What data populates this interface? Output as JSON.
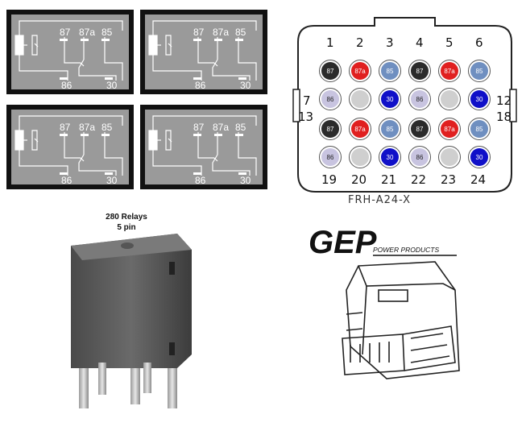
{
  "relay_diagrams": [
    {
      "pins": {
        "p87": "87",
        "p87a": "87a",
        "p85": "85",
        "p86": "86",
        "p30": "30"
      }
    },
    {
      "pins": {
        "p87": "87",
        "p87a": "87a",
        "p85": "85",
        "p86": "86",
        "p30": "30"
      }
    },
    {
      "pins": {
        "p87": "87",
        "p87a": "87a",
        "p85": "85",
        "p86": "86",
        "p30": "30"
      }
    },
    {
      "pins": {
        "p87": "87",
        "p87a": "87a",
        "p85": "85",
        "p86": "86",
        "p30": "30"
      }
    }
  ],
  "connector": {
    "part_number": "FRH-A24-X",
    "top_numbers": [
      "1",
      "2",
      "3",
      "4",
      "5",
      "6"
    ],
    "bottom_numbers": [
      "19",
      "20",
      "21",
      "22",
      "23",
      "24"
    ],
    "side_numbers": {
      "left_top": "7",
      "left_bottom": "13",
      "right_top": "12",
      "right_bottom": "18"
    },
    "rows": [
      [
        {
          "label": "87",
          "color": "#2b2b2b"
        },
        {
          "label": "87a",
          "color": "#e02020"
        },
        {
          "label": "85",
          "color": "#6f8fc0"
        },
        {
          "label": "87",
          "color": "#2b2b2b"
        },
        {
          "label": "87a",
          "color": "#e02020"
        },
        {
          "label": "85",
          "color": "#6f8fc0"
        }
      ],
      [
        {
          "label": "86",
          "color": "#c8c4e0"
        },
        {
          "label": "",
          "color": "#cfcfcf"
        },
        {
          "label": "30",
          "color": "#1010c8"
        },
        {
          "label": "86",
          "color": "#c8c4e0"
        },
        {
          "label": "",
          "color": "#cfcfcf"
        },
        {
          "label": "30",
          "color": "#1010c8"
        }
      ],
      [
        {
          "label": "87",
          "color": "#2b2b2b"
        },
        {
          "label": "87a",
          "color": "#e02020"
        },
        {
          "label": "85",
          "color": "#6f8fc0"
        },
        {
          "label": "87",
          "color": "#2b2b2b"
        },
        {
          "label": "87a",
          "color": "#e02020"
        },
        {
          "label": "85",
          "color": "#6f8fc0"
        }
      ],
      [
        {
          "label": "86",
          "color": "#c8c4e0"
        },
        {
          "label": "",
          "color": "#cfcfcf"
        },
        {
          "label": "30",
          "color": "#1010c8"
        },
        {
          "label": "86",
          "color": "#c8c4e0"
        },
        {
          "label": "",
          "color": "#cfcfcf"
        },
        {
          "label": "30",
          "color": "#1010c8"
        }
      ]
    ]
  },
  "relay_caption": {
    "line1": "280 Relays",
    "line2": "5 pin"
  },
  "logo": {
    "brand": "GEP",
    "tagline": "POWER PRODUCTS"
  }
}
